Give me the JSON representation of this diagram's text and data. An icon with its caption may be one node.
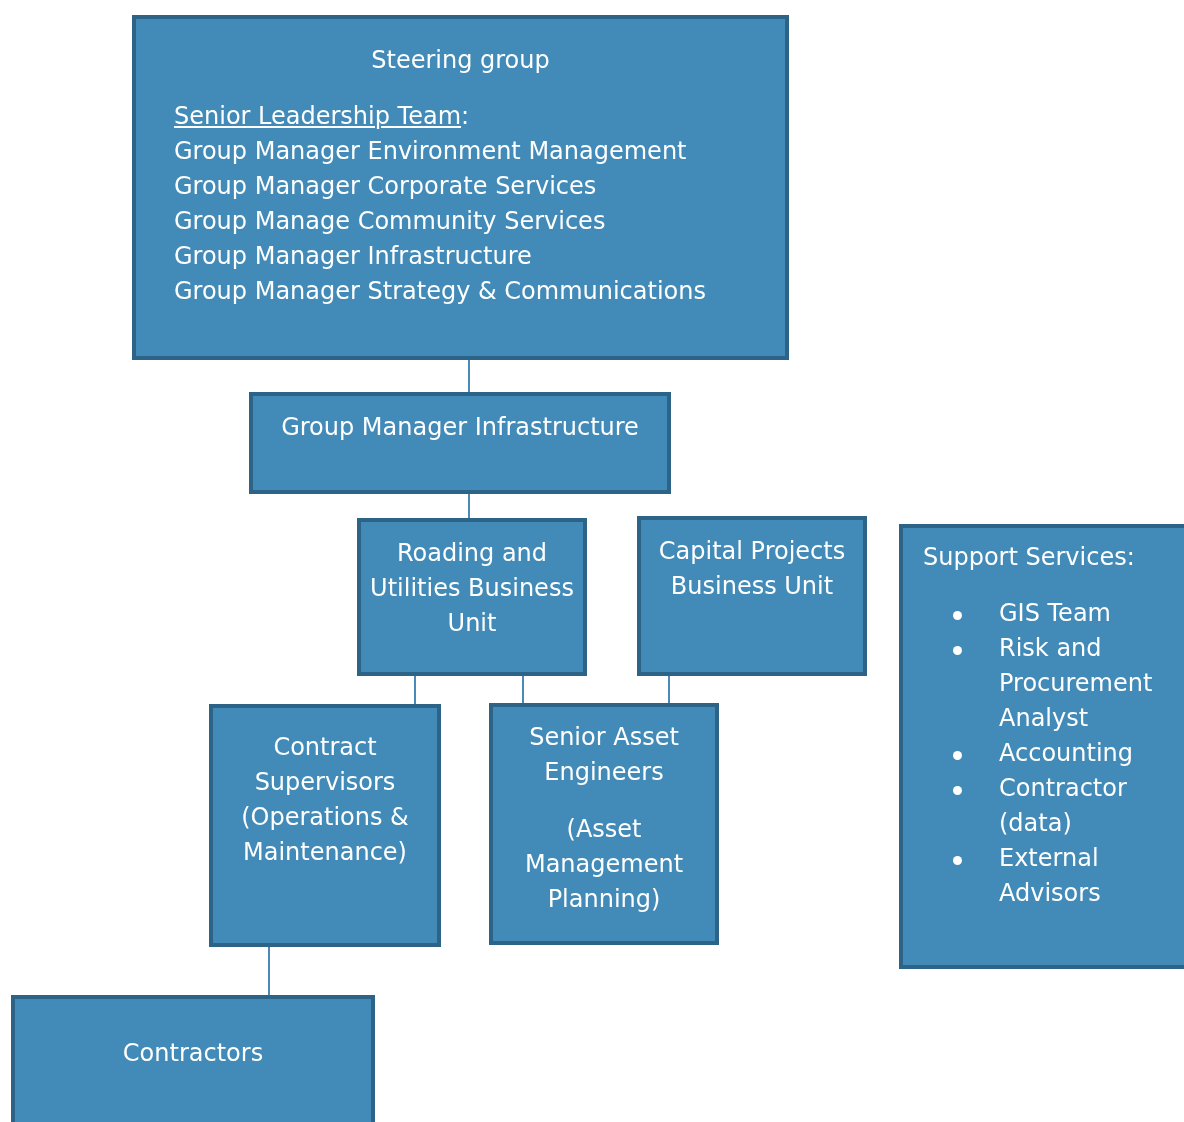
{
  "diagram": {
    "nodes": [
      {
        "text": [
          "Steering group",
          "Senior Leadership Team",
          ":",
          "Group Manager Environment Management",
          "Group Manager Corporate Services",
          "Group Manage Community Services",
          "Group Manager Infrastructure",
          "Group Manager Strategy & Communications"
        ]
      },
      {
        "text": [
          "Group Manager Infrastructure"
        ]
      },
      {
        "text": [
          "Roading and Utilities Business Unit"
        ]
      },
      {
        "text": [
          "Capital Projects Business Unit"
        ]
      },
      {
        "text": [
          "Support Services:",
          "GIS Team",
          "Risk and Procurement Analyst",
          "Accounting",
          "Contractor (data)",
          "External Advisors"
        ]
      },
      {
        "text": [
          "Contract Supervisors (Operations & Maintenance)"
        ]
      },
      {
        "text": [
          "Senior Asset Engineers",
          "(Asset Management Planning)"
        ]
      },
      {
        "text": [
          "Contractors"
        ]
      }
    ],
    "edges": [
      {
        "from": 0,
        "to": 1,
        "arrow": "none"
      },
      {
        "from": 1,
        "to": 2,
        "arrow": "none"
      },
      {
        "from": 2,
        "to": 5,
        "arrow": "none"
      },
      {
        "from": 2,
        "to": 6,
        "arrow": "none"
      },
      {
        "from": 3,
        "to": 6,
        "arrow": "none"
      },
      {
        "from": 5,
        "to": 7,
        "arrow": "none"
      }
    ]
  }
}
